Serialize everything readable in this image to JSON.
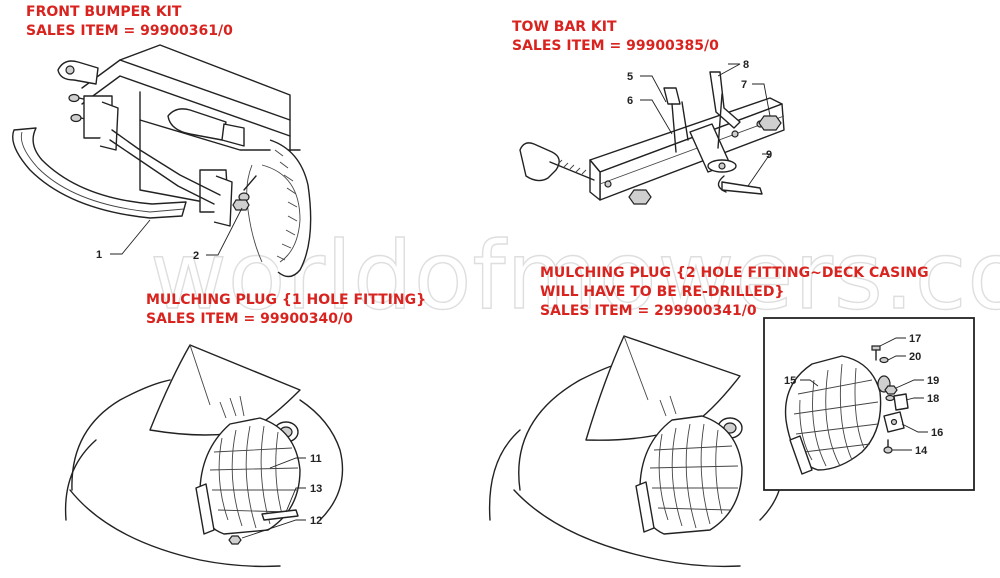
{
  "colors": {
    "title_red": "#d8231f",
    "line_art": "#222222",
    "watermark_outline": "#d9d9d9"
  },
  "watermark": "worldofmowers.co.uk",
  "sections": {
    "front_bumper": {
      "title": "FRONT BUMPER KIT",
      "sales_item": "SALES ITEM = 99900361/0",
      "callouts": [
        "1",
        "2"
      ]
    },
    "tow_bar": {
      "title": "TOW BAR KIT",
      "sales_item": "SALES ITEM = 99900385/0",
      "callouts": [
        "5",
        "6",
        "7",
        "8",
        "9"
      ]
    },
    "mulching_1hole": {
      "title": "MULCHING PLUG {1 HOLE FITTING}",
      "sales_item": "SALES ITEM = 99900340/0",
      "callouts": [
        "11",
        "12",
        "13"
      ]
    },
    "mulching_2hole": {
      "title_line1": "MULCHING PLUG {2 HOLE FITTING~DECK CASING",
      "title_line2": "WILL HAVE TO BE RE-DRILLED}",
      "sales_item": "SALES ITEM = 299900341/0",
      "callouts": [
        "14",
        "15",
        "16",
        "17",
        "18",
        "19",
        "20"
      ]
    }
  }
}
